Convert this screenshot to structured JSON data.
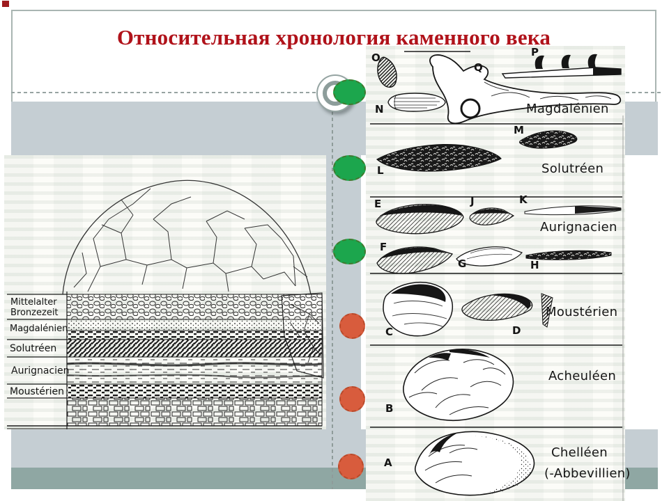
{
  "slide": {
    "title": "Относительная хронология каменного века"
  },
  "theme": {
    "title_color": "#b0121a",
    "accent_square": "#9e1b1e",
    "band_light": "#c5ced3",
    "band_sage": "#8fa7a3",
    "green_circle": "#1ca64d",
    "red_circle": "#d85c3d",
    "page_bg": "#fcfcf8"
  },
  "timeline": {
    "circle_colors": [
      "green",
      "green",
      "green",
      "red",
      "red",
      "red"
    ]
  },
  "stratigraphy_figure": {
    "layers": [
      {
        "label": "Mittelalter",
        "label2": "Bronzezeit"
      },
      {
        "label": "Magdalénien"
      },
      {
        "label": "Solutréen"
      },
      {
        "label": "Aurignacien"
      },
      {
        "label": "Moustérien"
      }
    ]
  },
  "typology_figure": {
    "sections": [
      {
        "label": "Magdalénien",
        "letters": [
          "O",
          "Q",
          "P",
          "N"
        ]
      },
      {
        "label": "Solutréen",
        "letters": [
          "M",
          "L"
        ]
      },
      {
        "label": "Aurignacien",
        "letters": [
          "E",
          "J",
          "K",
          "F",
          "G",
          "H"
        ]
      },
      {
        "label": "Moustérien",
        "letters": [
          "C",
          "D"
        ]
      },
      {
        "label": "Acheuléen",
        "letters": [
          "B"
        ]
      },
      {
        "label": "Chelléen",
        "sublabel": "(-Abbevillien)",
        "letters": [
          "A"
        ]
      }
    ]
  }
}
